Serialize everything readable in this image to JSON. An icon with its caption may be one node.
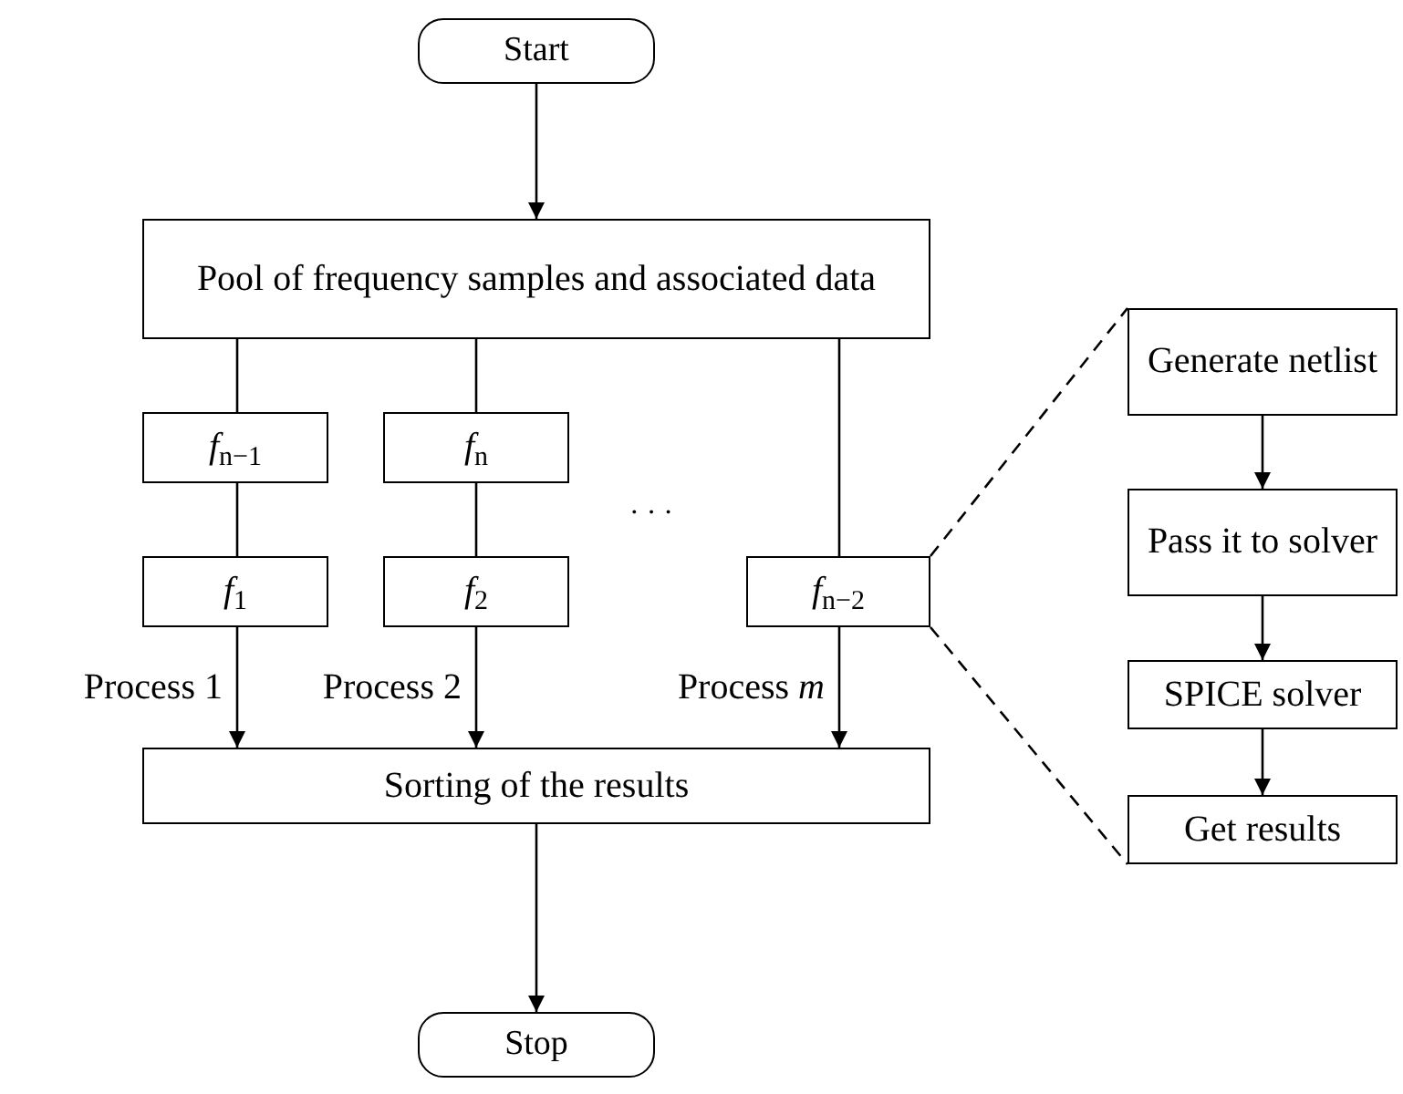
{
  "diagram": {
    "nodes": [
      {
        "text": [
          "Start"
        ]
      },
      {
        "text": [
          "Pool of frequency samples and associated data"
        ]
      },
      {
        "text": [
          "*f*$_{n−1}$"
        ]
      },
      {
        "text": [
          "*f*$_{n}$"
        ]
      },
      {
        "text": [
          "*f*$_{1}$"
        ]
      },
      {
        "text": [
          "*f*$_{2}$"
        ]
      },
      {
        "text": [
          "*f*$_{n−2}$"
        ]
      },
      {
        "text": [
          "Sorting of the results"
        ]
      },
      {
        "text": [
          "Stop"
        ]
      },
      {
        "text": [
          "Generate netlist"
        ]
      },
      {
        "text": [
          "Pass it to solver"
        ]
      },
      {
        "text": [
          "SPICE solver"
        ]
      },
      {
        "text": [
          "Get results"
        ]
      }
    ],
    "edges": [
      {
        "from": 0,
        "to": 1,
        "arrow": "to"
      },
      {
        "from": 1,
        "to": 2,
        "arrow": "none"
      },
      {
        "from": 2,
        "to": 4,
        "arrow": "none"
      },
      {
        "from": 4,
        "to": 7,
        "arrow": "to",
        "label": "Process 1"
      },
      {
        "from": 1,
        "to": 3,
        "arrow": "none"
      },
      {
        "from": 3,
        "to": 5,
        "arrow": "none"
      },
      {
        "from": 5,
        "to": 7,
        "arrow": "to",
        "label": "Process 2"
      },
      {
        "from": 1,
        "to": 6,
        "arrow": "none"
      },
      {
        "from": 6,
        "to": 7,
        "arrow": "to",
        "label": "Process *m*"
      },
      {
        "from": 7,
        "to": 8,
        "arrow": "to"
      },
      {
        "from": 6,
        "to": 9,
        "arrow": "none",
        "style": "dashed"
      },
      {
        "from": 6,
        "to": 12,
        "arrow": "none",
        "style": "dashed"
      },
      {
        "from": 9,
        "to": 10,
        "arrow": "to"
      },
      {
        "from": 10,
        "to": 11,
        "arrow": "to"
      },
      {
        "from": 11,
        "to": 12,
        "arrow": "to"
      }
    ],
    "labels": [
      "· · ·"
    ]
  }
}
